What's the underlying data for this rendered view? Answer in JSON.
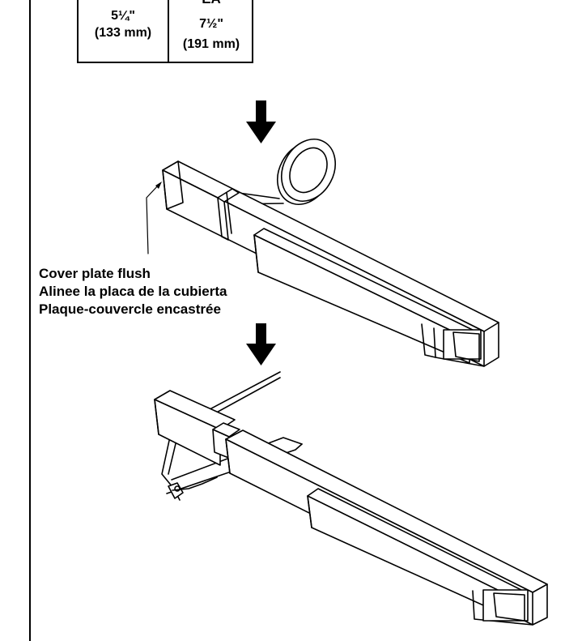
{
  "dimension_table": {
    "header_right": "EA",
    "left_value_in": "5¼\"",
    "left_value_mm": "(133 mm)",
    "right_value_in": "7½\"",
    "right_value_mm": "(191 mm)"
  },
  "caption": {
    "line1": "Cover plate flush",
    "line2": "Alinee la placa de la cubierta",
    "line3": "Plaque-couvercle encastrée"
  },
  "colors": {
    "ink": "#000000",
    "paper": "#ffffff"
  },
  "icons": [
    "down-arrow-icon",
    "tape-roll-icon",
    "hacksaw-icon"
  ]
}
